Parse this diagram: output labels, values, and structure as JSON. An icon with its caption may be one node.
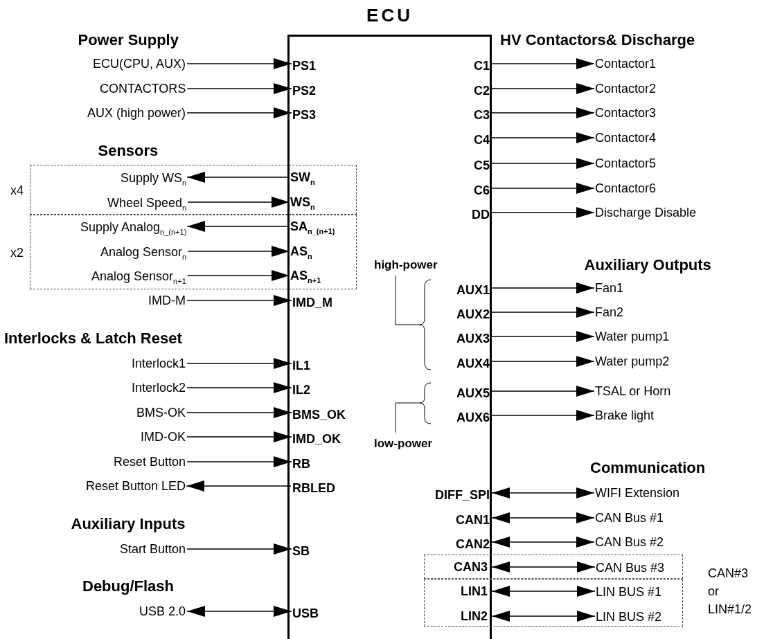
{
  "diagram": {
    "nodes": [
      {
        "text": [
          "ECU"
        ]
      },
      {
        "text": [
          "ECU(CPU, AUX)"
        ]
      },
      {
        "text": [
          "PS1"
        ],
        "in": 0
      },
      {
        "text": [
          "CONTACTORS"
        ]
      },
      {
        "text": [
          "PS2"
        ],
        "in": 0
      },
      {
        "text": [
          "AUX (high power)"
        ]
      },
      {
        "text": [
          "PS3"
        ],
        "in": 0
      },
      {
        "text": [],
        "shape": "box",
        "beside": [
          "x4"
        ]
      },
      {
        "text": [
          "Supply WS$_{n}$"
        ],
        "in": 7
      },
      {
        "text": [
          "SW$_{n}$"
        ]
      },
      {
        "text": [
          "Wheel Speed$_{n}$"
        ],
        "in": 7
      },
      {
        "text": [
          "WS$_{n}$"
        ]
      },
      {
        "text": [],
        "shape": "box",
        "beside": [
          "x2"
        ]
      },
      {
        "text": [
          "Supply Analog$_{n_(n+1)}$"
        ],
        "in": 12
      },
      {
        "text": [
          "SA$_{n_(n+1)}$"
        ]
      },
      {
        "text": [
          "Analog Sensor$_{n}$"
        ],
        "in": 12
      },
      {
        "text": [
          "AS$_{n}$"
        ]
      },
      {
        "text": [
          "Analog Sensor$_{n+1}$"
        ],
        "in": 12
      },
      {
        "text": [
          "AS$_{n+1}$"
        ]
      },
      {
        "text": [
          "IMD-M"
        ]
      },
      {
        "text": [
          "IMD_M"
        ],
        "in": 0
      },
      {
        "text": [
          "Interlock1"
        ]
      },
      {
        "text": [
          "IL1"
        ],
        "in": 0
      },
      {
        "text": [
          "Interlock2"
        ]
      },
      {
        "text": [
          "IL2"
        ],
        "in": 0
      },
      {
        "text": [
          "BMS-OK"
        ]
      },
      {
        "text": [
          "BMS_OK"
        ],
        "in": 0
      },
      {
        "text": [
          "IMD-OK"
        ]
      },
      {
        "text": [
          "IMD_OK"
        ],
        "in": 0
      },
      {
        "text": [
          "Reset Button"
        ]
      },
      {
        "text": [
          "RB"
        ],
        "in": 0
      },
      {
        "text": [
          "Reset Button LED"
        ]
      },
      {
        "text": [
          "RBLED"
        ],
        "in": 0
      },
      {
        "text": [
          "Start Button"
        ]
      },
      {
        "text": [
          "SB"
        ],
        "in": 0
      },
      {
        "text": [
          "USB 2.0"
        ]
      },
      {
        "text": [
          "USB"
        ],
        "in": 0
      },
      {
        "text": [
          "C1"
        ],
        "in": 0
      },
      {
        "text": [
          "Contactor1"
        ]
      },
      {
        "text": [
          "C2"
        ],
        "in": 0
      },
      {
        "text": [
          "Contactor2"
        ]
      },
      {
        "text": [
          "C3"
        ],
        "in": 0
      },
      {
        "text": [
          "Contactor3"
        ]
      },
      {
        "text": [
          "C4"
        ],
        "in": 0
      },
      {
        "text": [
          "Contactor4"
        ]
      },
      {
        "text": [
          "C5"
        ],
        "in": 0
      },
      {
        "text": [
          "Contactor5"
        ]
      },
      {
        "text": [
          "C6"
        ],
        "in": 0
      },
      {
        "text": [
          "Contactor6"
        ]
      },
      {
        "text": [
          "DD"
        ],
        "in": 0
      },
      {
        "text": [
          "Discharge Disable"
        ]
      },
      {
        "text": [
          "AUX1"
        ],
        "in": 0
      },
      {
        "text": [
          "Fan1"
        ]
      },
      {
        "text": [
          "AUX2"
        ],
        "in": 0
      },
      {
        "text": [
          "Fan2"
        ]
      },
      {
        "text": [
          "AUX3"
        ],
        "in": 0
      },
      {
        "text": [
          "Water pump1"
        ]
      },
      {
        "text": [
          "AUX4"
        ],
        "in": 0
      },
      {
        "text": [
          "Water pump2"
        ]
      },
      {
        "text": [
          "AUX5"
        ],
        "in": 0
      },
      {
        "text": [
          "TSAL or Horn"
        ]
      },
      {
        "text": [
          "AUX6"
        ],
        "in": 0
      },
      {
        "text": [
          "Brake light"
        ]
      },
      {
        "text": [
          "DIFF_SPI"
        ],
        "in": 0
      },
      {
        "text": [
          "WIFI Extension"
        ]
      },
      {
        "text": [
          "CAN1"
        ],
        "in": 0
      },
      {
        "text": [
          "CAN Bus #1"
        ]
      },
      {
        "text": [
          "CAN2"
        ],
        "in": 0
      },
      {
        "text": [
          "CAN Bus #2"
        ]
      },
      {
        "text": [],
        "shape": "box"
      },
      {
        "text": [
          "CAN3"
        ]
      },
      {
        "text": [
          "CAN Bus #3"
        ],
        "in": 69
      },
      {
        "text": [],
        "shape": "box"
      },
      {
        "text": [
          "LIN1"
        ]
      },
      {
        "text": [
          "LIN BUS #1"
        ],
        "in": 72
      },
      {
        "text": [
          "LIN2"
        ]
      },
      {
        "text": [
          "LIN BUS #2"
        ],
        "in": 72
      }
    ],
    "edges": [
      {
        "from": 1,
        "to": 2,
        "arrow": "to"
      },
      {
        "from": 3,
        "to": 4,
        "arrow": "to"
      },
      {
        "from": 5,
        "to": 6,
        "arrow": "to"
      },
      {
        "from": 9,
        "to": 8,
        "arrow": "to"
      },
      {
        "from": 10,
        "to": 11,
        "arrow": "to"
      },
      {
        "from": 14,
        "to": 13,
        "arrow": "to"
      },
      {
        "from": 15,
        "to": 16,
        "arrow": "to"
      },
      {
        "from": 17,
        "to": 18,
        "arrow": "to"
      },
      {
        "from": 19,
        "to": 20,
        "arrow": "to"
      },
      {
        "from": 21,
        "to": 22,
        "arrow": "to"
      },
      {
        "from": 23,
        "to": 24,
        "arrow": "to"
      },
      {
        "from": 25,
        "to": 26,
        "arrow": "to"
      },
      {
        "from": 27,
        "to": 28,
        "arrow": "to"
      },
      {
        "from": 29,
        "to": 30,
        "arrow": "to"
      },
      {
        "from": 32,
        "to": 31,
        "arrow": "to"
      },
      {
        "from": 33,
        "to": 34,
        "arrow": "to"
      },
      {
        "from": 35,
        "to": 36,
        "arrow": "both"
      },
      {
        "from": 37,
        "to": 38,
        "arrow": "to"
      },
      {
        "from": 39,
        "to": 40,
        "arrow": "to"
      },
      {
        "from": 41,
        "to": 42,
        "arrow": "to"
      },
      {
        "from": 43,
        "to": 44,
        "arrow": "to"
      },
      {
        "from": 45,
        "to": 46,
        "arrow": "to"
      },
      {
        "from": 47,
        "to": 48,
        "arrow": "to"
      },
      {
        "from": 49,
        "to": 50,
        "arrow": "to"
      },
      {
        "from": 51,
        "to": 52,
        "arrow": "to"
      },
      {
        "from": 53,
        "to": 54,
        "arrow": "to"
      },
      {
        "from": 55,
        "to": 56,
        "arrow": "to"
      },
      {
        "from": 57,
        "to": 58,
        "arrow": "to"
      },
      {
        "from": 59,
        "to": 60,
        "arrow": "to"
      },
      {
        "from": 61,
        "to": 62,
        "arrow": "to"
      },
      {
        "from": 63,
        "to": 64,
        "arrow": "both"
      },
      {
        "from": 65,
        "to": 66,
        "arrow": "both"
      },
      {
        "from": 67,
        "to": 68,
        "arrow": "both"
      },
      {
        "from": 70,
        "to": 71,
        "arrow": "both"
      },
      {
        "from": 73,
        "to": 74,
        "arrow": "both"
      },
      {
        "from": 75,
        "to": 76,
        "arrow": "both"
      }
    ],
    "labels": [
      "Power Supply",
      "HV Contactors& Discharge",
      "Sensors",
      "high-power",
      "Auxiliary Outputs",
      "Interlocks & Latch Reset",
      "low-power",
      "Communication",
      "Auxiliary Inputs",
      "CAN#3 or LIN#1/2",
      "Debug/Flash"
    ]
  }
}
